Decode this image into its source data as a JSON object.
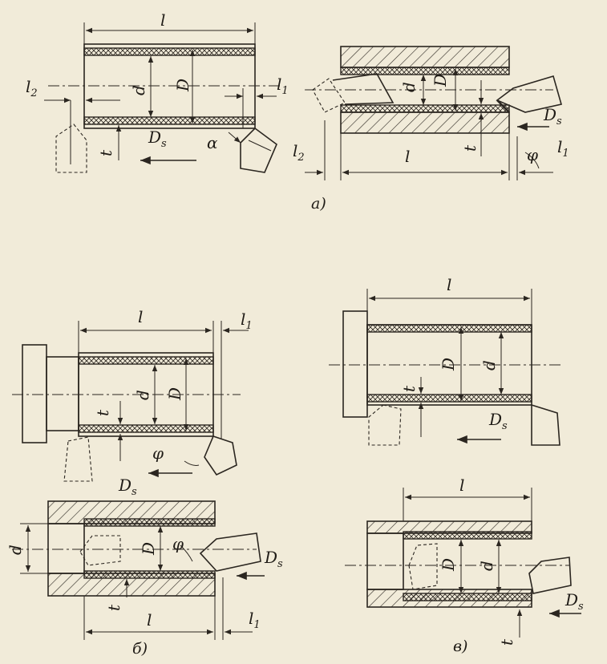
{
  "labels": {
    "l": "l",
    "l1": "l",
    "l1_sub": "1",
    "l2": "l",
    "l2_sub": "2",
    "d": "d",
    "D": "D",
    "t": "t",
    "Ds": "D",
    "Ds_sub": "s",
    "alpha": "α",
    "phi": "φ"
  },
  "captions": {
    "a": "а)",
    "b": "б)",
    "v": "в)"
  }
}
